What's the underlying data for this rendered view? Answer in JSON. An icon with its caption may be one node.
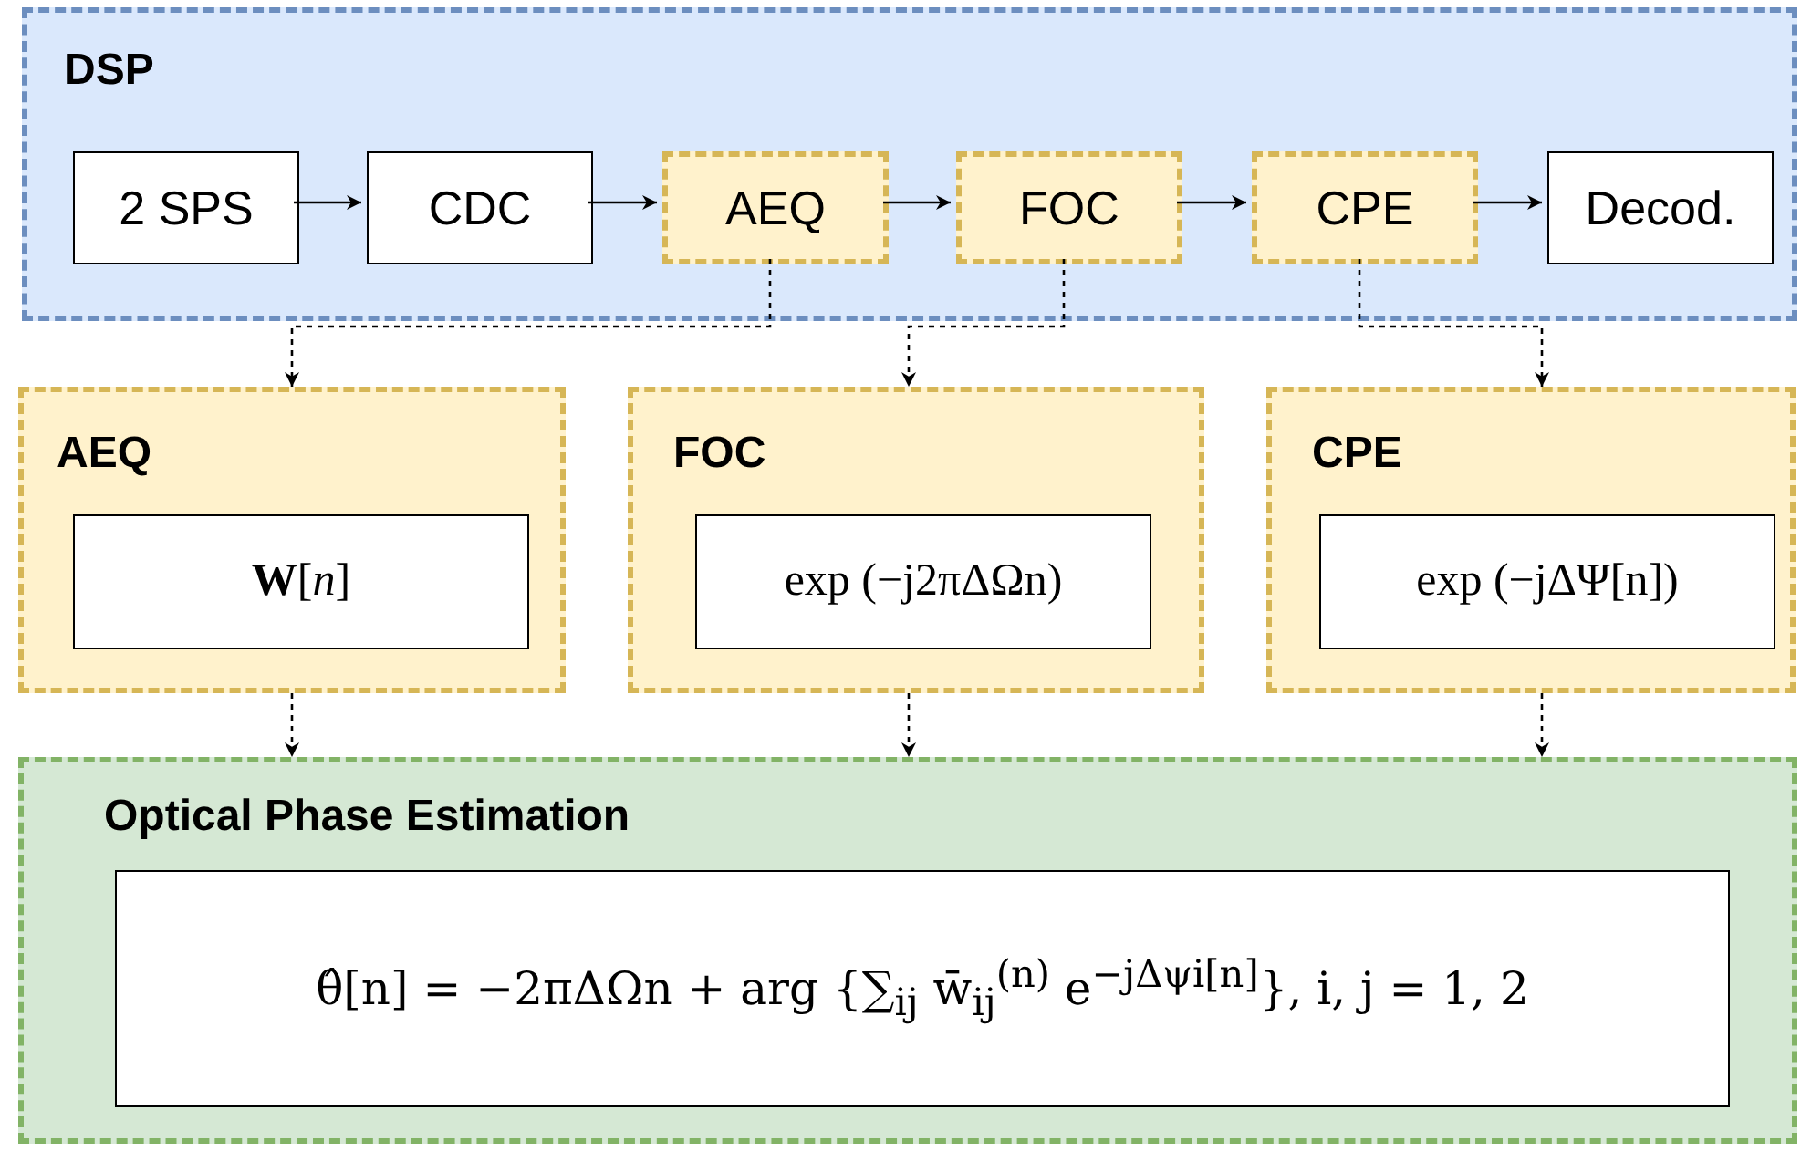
{
  "diagram": {
    "nodes": [
      {
        "text": [
          "DSP"
        ]
      },
      {
        "text": [
          "2 SPS"
        ],
        "in": 0
      },
      {
        "text": [
          "CDC"
        ],
        "in": 0
      },
      {
        "text": [
          "AEQ"
        ],
        "in": 0
      },
      {
        "text": [
          "FOC"
        ],
        "in": 0
      },
      {
        "text": [
          "CPE"
        ],
        "in": 0
      },
      {
        "text": [
          "Decod."
        ],
        "in": 0
      },
      {
        "text": [
          "AEQ"
        ]
      },
      {
        "text": [
          "**W**[*n*]"
        ],
        "in": 7
      },
      {
        "text": [
          "FOC"
        ]
      },
      {
        "text": [
          "exp (−j2πΔΩn)"
        ],
        "in": 9
      },
      {
        "text": [
          "CPE"
        ]
      },
      {
        "text": [
          "exp (−jΔΨ[n])"
        ],
        "in": 11
      },
      {
        "text": [
          "Optical Phase Estimation"
        ]
      },
      {
        "text": [
          "θ̂[n] = −2πΔΩn + arg {∑$_{ij}$ w̄$_{ij}$$^{(n)}$ e$^{−jΔψi[n]}$}, i, j = 1, 2"
        ],
        "in": 13
      }
    ],
    "edges": [
      {
        "from": 1,
        "to": 2,
        "arrow": "to"
      },
      {
        "from": 2,
        "to": 3,
        "arrow": "to"
      },
      {
        "from": 3,
        "to": 4,
        "arrow": "to"
      },
      {
        "from": 4,
        "to": 5,
        "arrow": "to"
      },
      {
        "from": 5,
        "to": 6,
        "arrow": "to"
      },
      {
        "from": 3,
        "to": 7,
        "arrow": "to",
        "style": "dashed"
      },
      {
        "from": 4,
        "to": 9,
        "arrow": "to",
        "style": "dashed"
      },
      {
        "from": 5,
        "to": 11,
        "arrow": "to",
        "style": "dashed"
      },
      {
        "from": 7,
        "to": 13,
        "arrow": "to",
        "style": "dashed"
      },
      {
        "from": 9,
        "to": 13,
        "arrow": "to",
        "style": "dashed"
      },
      {
        "from": 11,
        "to": 13,
        "arrow": "to",
        "style": "dashed"
      }
    ]
  }
}
